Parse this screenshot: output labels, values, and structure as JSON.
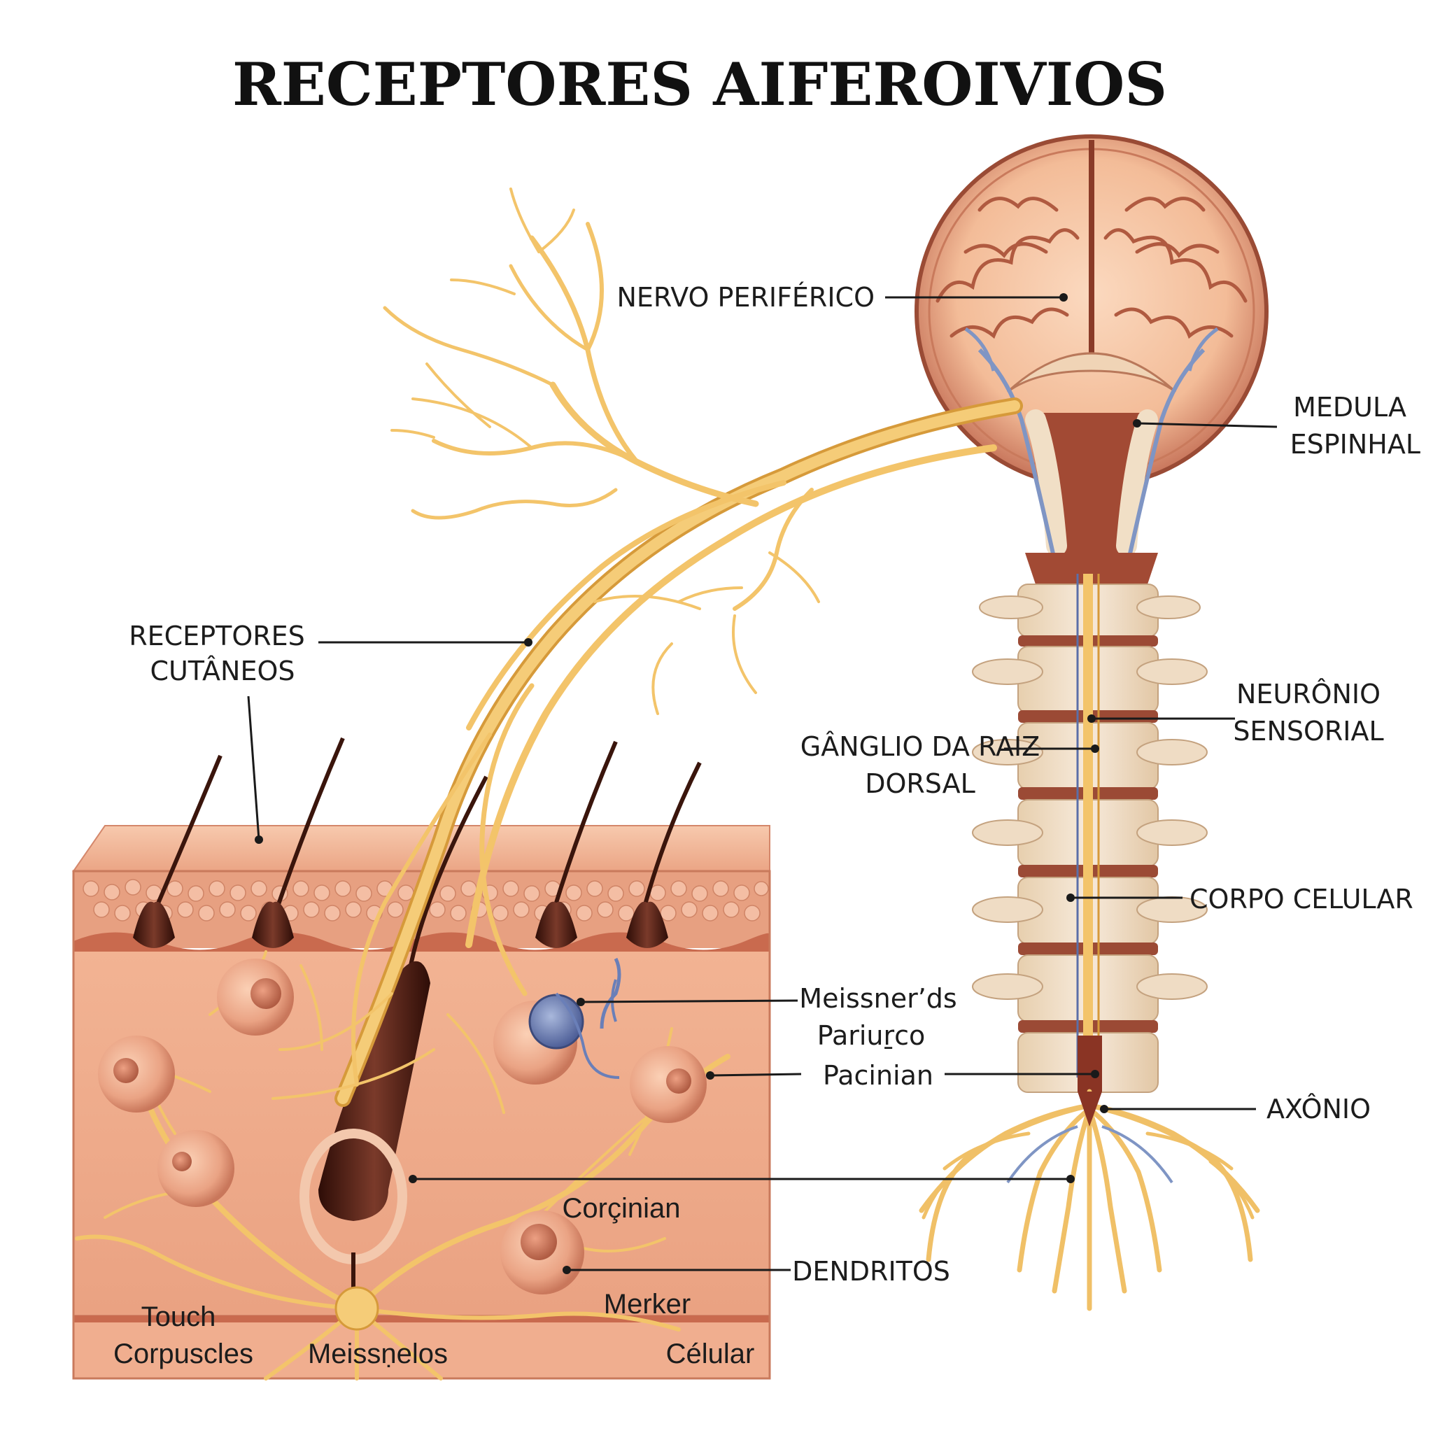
{
  "title": "RECEPTORES AIFEROIVIOS",
  "labels": {
    "nervo_periferico": "NERVO PERIFÉRICO",
    "medula_line1": "MEDULA",
    "medula_line2": "ESPINHAL",
    "receptores_line1": "RECEPTORES",
    "receptores_line2": "CUTÂNEOS",
    "neuronio_line1": "NEURÔNIO",
    "neuronio_line2": "SENSORIAL",
    "ganglio_line1": "GÂNGLIO DA RAIZ",
    "ganglio_line2": "DORSAL",
    "corpo_celular": "CORPO CELULAR",
    "meissner_line1": "Meissner’ds",
    "meissner_line2": "Pariuṟco",
    "pacinian": "Pacinian",
    "axonio": "AXÔNIO",
    "corcinian": "Corçinian",
    "dendritos": "DENDRITOS",
    "merker": "Merker",
    "touch": "Touch",
    "corpuscles": "Corpuscles",
    "meissnelos": "Meissṇelos",
    "celular": "Célular"
  },
  "colors": {
    "nerve": "#f3c46a",
    "nerve_edge": "#d69a3a",
    "skin": "#f2b99c",
    "skin_dark": "#d9876a",
    "brain": "#f6c7a6",
    "brain_outline": "#a8553b",
    "bone": "#f1dfc6",
    "disc": "#9b4a35",
    "hair": "#4a1c12",
    "blue_fiber": "#7f95c4"
  }
}
